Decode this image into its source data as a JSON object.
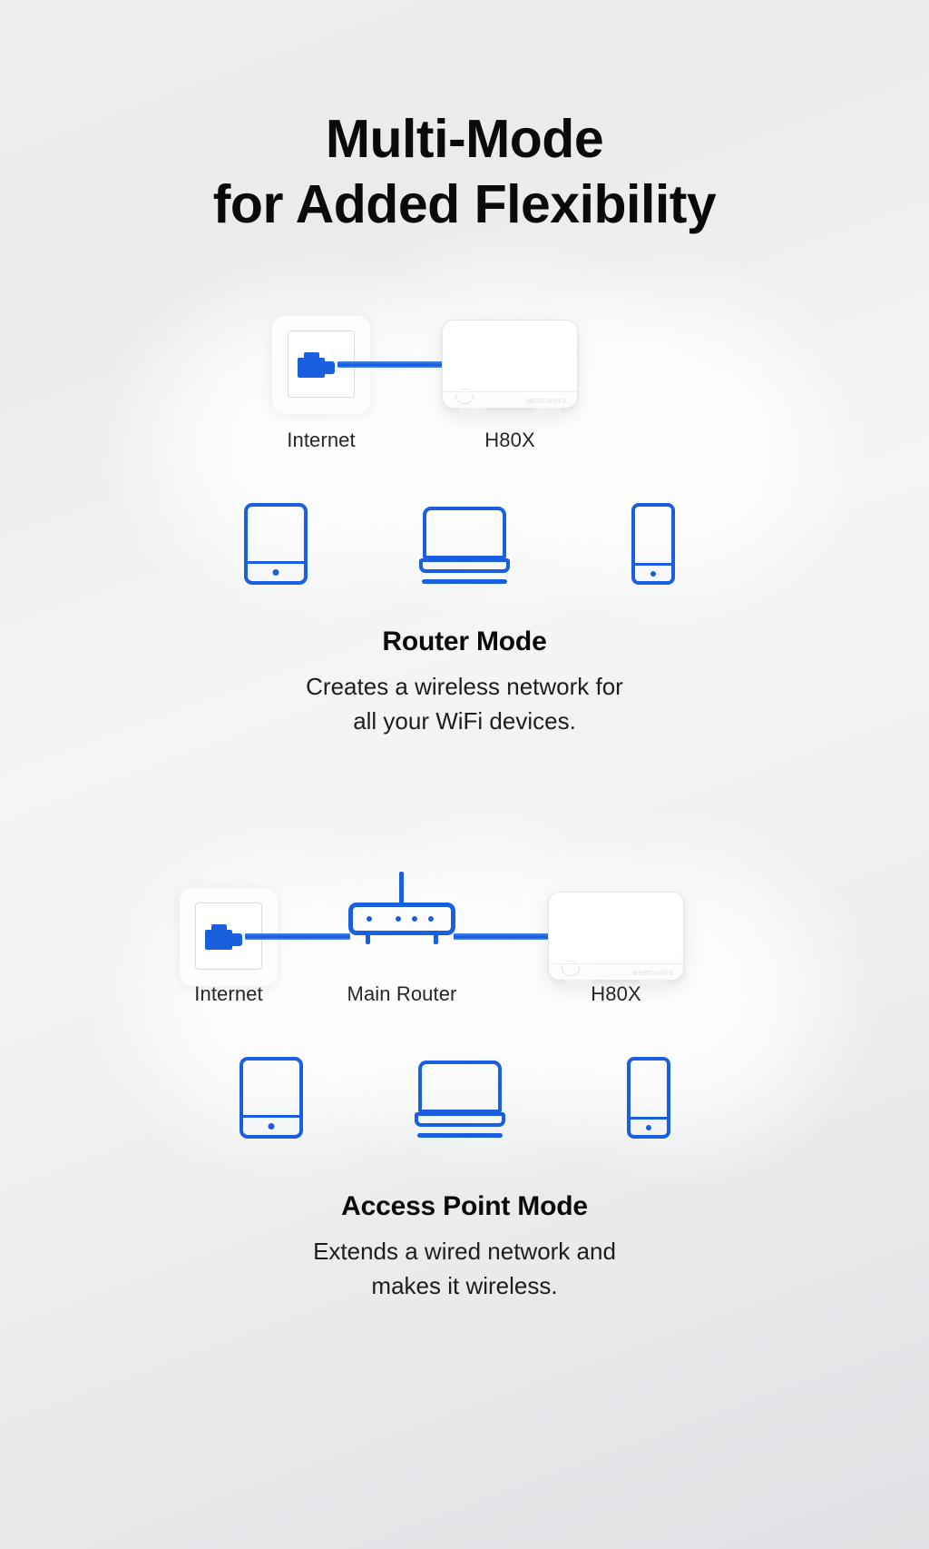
{
  "heading": {
    "line1": "Multi-Mode",
    "line2": "for Added Flexibility"
  },
  "colors": {
    "accent_blue": "#1a5fe0",
    "text_dark": "#0a0a0a",
    "background_start": "#eceef0",
    "background_end": "#dfe1e4"
  },
  "modes": [
    {
      "id": "router-mode",
      "title": "Router Mode",
      "desc_line1": "Creates a wireless network for",
      "desc_line2": "all your WiFi devices.",
      "diagram": {
        "nodes": [
          {
            "name": "internet-socket",
            "label": "Internet",
            "icon": "ethernet-plug-icon"
          },
          {
            "name": "h80x-router",
            "label": "H80X",
            "icon": "mercusys-router-icon",
            "brand": "MERCUSYS"
          }
        ],
        "clients": [
          {
            "name": "tablet",
            "icon": "tablet-icon"
          },
          {
            "name": "laptop",
            "icon": "laptop-icon"
          },
          {
            "name": "phone",
            "icon": "smartphone-icon"
          }
        ]
      }
    },
    {
      "id": "access-point-mode",
      "title": "Access Point Mode",
      "desc_line1": "Extends a wired network and",
      "desc_line2": "makes it wireless.",
      "diagram": {
        "nodes": [
          {
            "name": "internet-socket",
            "label": "Internet",
            "icon": "ethernet-plug-icon"
          },
          {
            "name": "main-router",
            "label": "Main Router",
            "icon": "main-router-icon"
          },
          {
            "name": "h80x-router",
            "label": "H80X",
            "icon": "mercusys-router-icon",
            "brand": "MERCUSYS"
          }
        ],
        "clients": [
          {
            "name": "tablet",
            "icon": "tablet-icon"
          },
          {
            "name": "laptop",
            "icon": "laptop-icon"
          },
          {
            "name": "phone",
            "icon": "smartphone-icon"
          }
        ]
      }
    }
  ]
}
